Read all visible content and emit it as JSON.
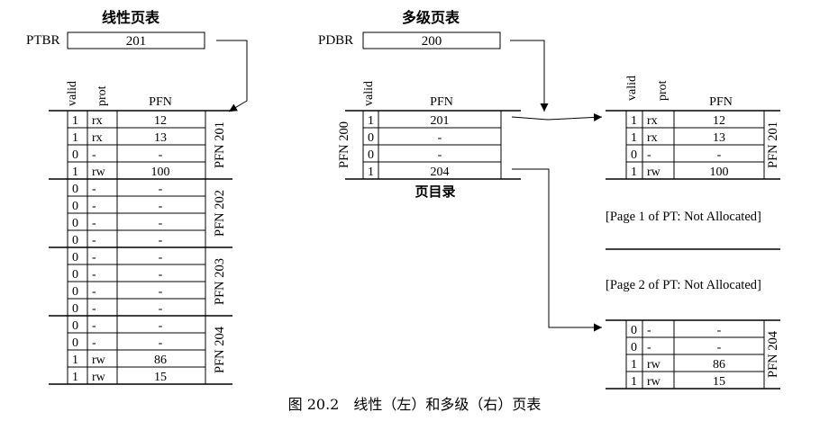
{
  "linear": {
    "title": "线性页表",
    "register": {
      "name": "PTBR",
      "value": "201"
    },
    "headers": {
      "valid": "valid",
      "prot": "prot",
      "pfn": "PFN"
    },
    "pages": [
      {
        "label": "PFN 201",
        "rows": [
          [
            "1",
            "rx",
            "12"
          ],
          [
            "1",
            "rx",
            "13"
          ],
          [
            "0",
            "-",
            "-"
          ],
          [
            "1",
            "rw",
            "100"
          ]
        ]
      },
      {
        "label": "PFN 202",
        "rows": [
          [
            "0",
            "-",
            "-"
          ],
          [
            "0",
            "-",
            "-"
          ],
          [
            "0",
            "-",
            "-"
          ],
          [
            "0",
            "-",
            "-"
          ]
        ]
      },
      {
        "label": "PFN 203",
        "rows": [
          [
            "0",
            "-",
            "-"
          ],
          [
            "0",
            "-",
            "-"
          ],
          [
            "0",
            "-",
            "-"
          ],
          [
            "0",
            "-",
            "-"
          ]
        ]
      },
      {
        "label": "PFN 204",
        "rows": [
          [
            "0",
            "-",
            "-"
          ],
          [
            "0",
            "-",
            "-"
          ],
          [
            "1",
            "rw",
            "86"
          ],
          [
            "1",
            "rw",
            "15"
          ]
        ]
      }
    ]
  },
  "multi": {
    "title": "多级页表",
    "register": {
      "name": "PDBR",
      "value": "200"
    },
    "directory": {
      "label": "PFN 200",
      "caption": "页目录",
      "headers": {
        "valid": "valid",
        "pfn": "PFN"
      },
      "rows": [
        [
          "1",
          "201"
        ],
        [
          "0",
          "-"
        ],
        [
          "0",
          "-"
        ],
        [
          "1",
          "204"
        ]
      ]
    },
    "tables": [
      {
        "label": "PFN 201",
        "headers": {
          "valid": "valid",
          "prot": "prot",
          "pfn": "PFN"
        },
        "rows": [
          [
            "1",
            "rx",
            "12"
          ],
          [
            "1",
            "rx",
            "13"
          ],
          [
            "0",
            "-",
            "-"
          ],
          [
            "1",
            "rw",
            "100"
          ]
        ]
      },
      {
        "label": "PFN 204",
        "rows": [
          [
            "0",
            "-",
            "-"
          ],
          [
            "0",
            "-",
            "-"
          ],
          [
            "1",
            "rw",
            "86"
          ],
          [
            "1",
            "rw",
            "15"
          ]
        ]
      }
    ],
    "not_allocated": [
      "[Page 1 of PT: Not Allocated]",
      "[Page 2 of PT: Not Allocated]"
    ]
  },
  "caption": "图 20.2　线性（左）和多级（右）页表"
}
